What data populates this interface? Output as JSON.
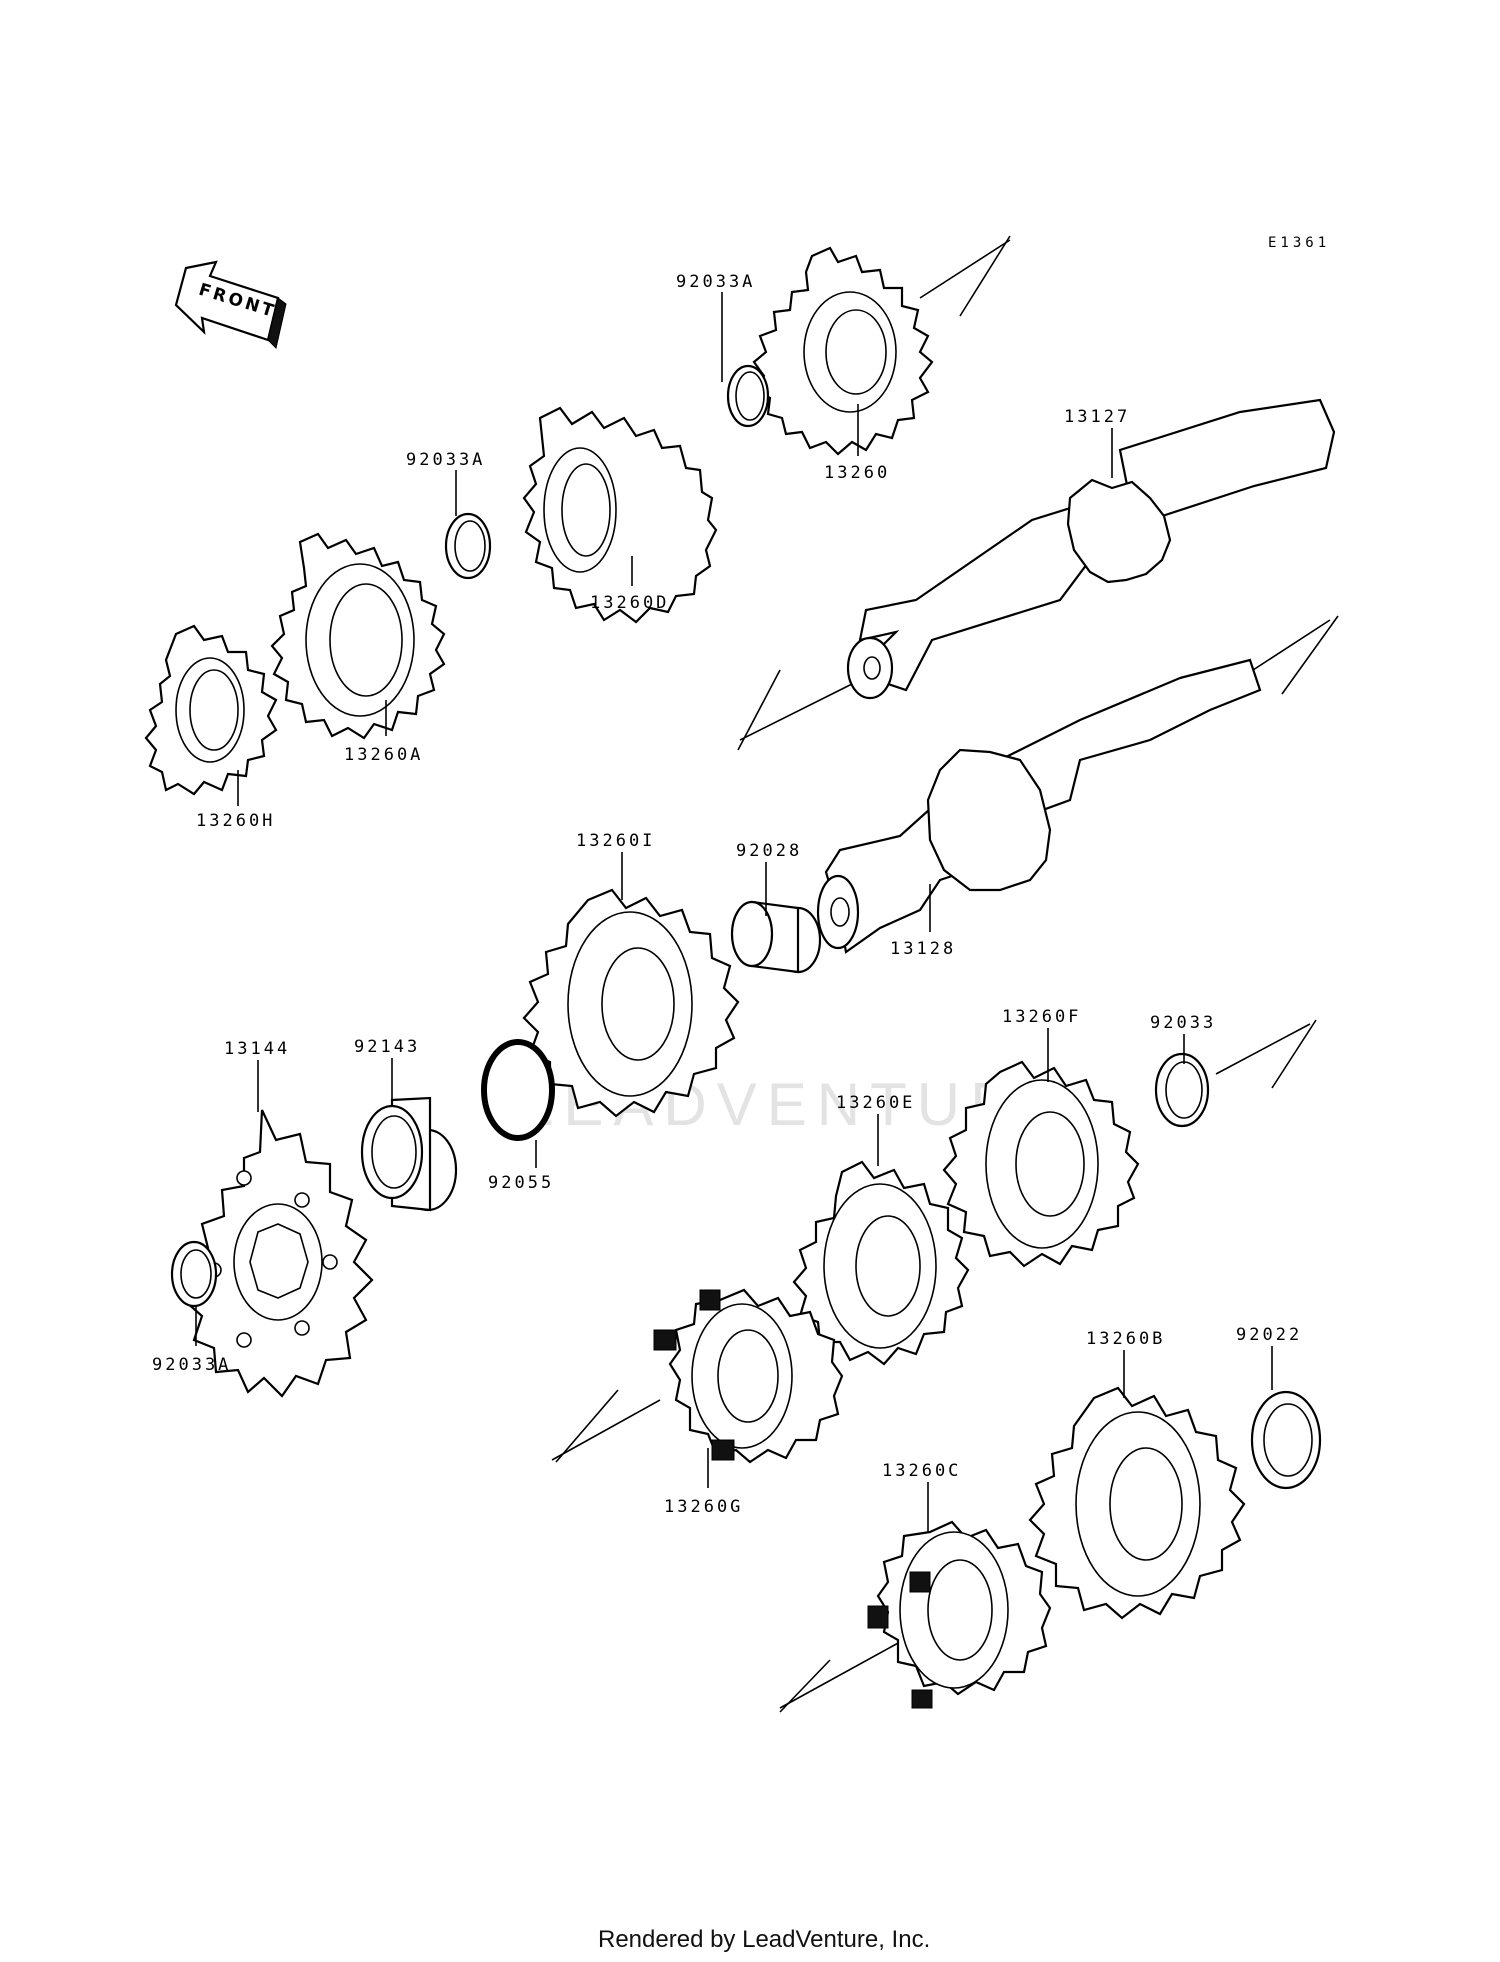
{
  "diagram": {
    "reference_code": "E1361",
    "orientation_label": "FRONT",
    "watermark": "LEADVENTURE",
    "footer": "Rendered by LeadVenture, Inc.",
    "parts": [
      {
        "id": "p1",
        "label": "92033A"
      },
      {
        "id": "p2",
        "label": "13260"
      },
      {
        "id": "p3",
        "label": "13127"
      },
      {
        "id": "p4",
        "label": "92033A"
      },
      {
        "id": "p5",
        "label": "13260D"
      },
      {
        "id": "p6",
        "label": "13260A"
      },
      {
        "id": "p7",
        "label": "13260H"
      },
      {
        "id": "p8",
        "label": "13260I"
      },
      {
        "id": "p9",
        "label": "92028"
      },
      {
        "id": "p10",
        "label": "13128"
      },
      {
        "id": "p11",
        "label": "13260F"
      },
      {
        "id": "p12",
        "label": "92033"
      },
      {
        "id": "p13",
        "label": "13144"
      },
      {
        "id": "p14",
        "label": "92143"
      },
      {
        "id": "p15",
        "label": "92055"
      },
      {
        "id": "p16",
        "label": "13260E"
      },
      {
        "id": "p17",
        "label": "92033A"
      },
      {
        "id": "p18",
        "label": "13260B"
      },
      {
        "id": "p19",
        "label": "92022"
      },
      {
        "id": "p20",
        "label": "13260G"
      },
      {
        "id": "p21",
        "label": "13260C"
      }
    ]
  }
}
